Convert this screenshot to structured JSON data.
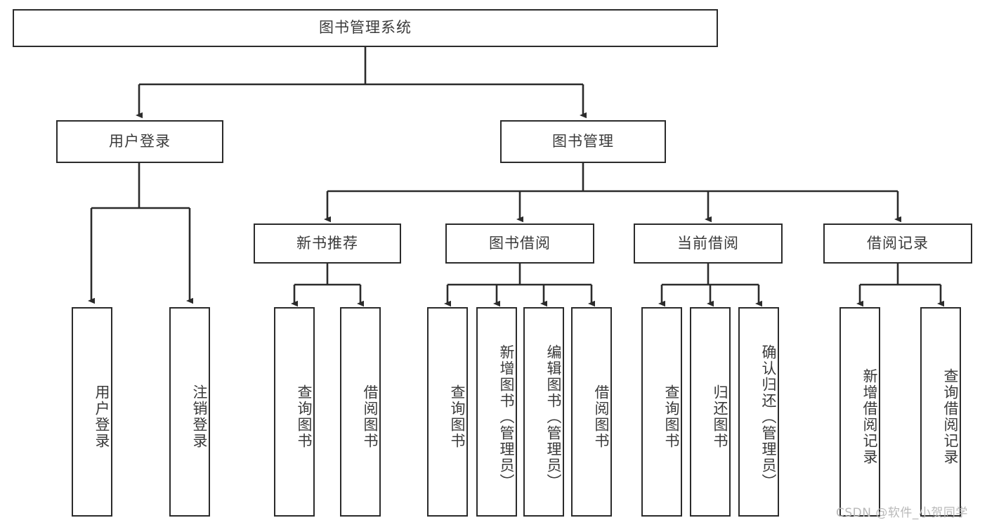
{
  "diagram": {
    "title": "图书管理系统",
    "type": "tree-hierarchy",
    "orientation": "top-down",
    "colors": {
      "box_border": "#2b2b2b",
      "box_fill": "#ffffff",
      "connector": "#2b2b2b",
      "text": "#3a3a3a",
      "background": "#ffffff",
      "watermark": "#b9b9b9"
    },
    "root": {
      "label": "图书管理系统"
    },
    "level2": [
      {
        "id": "user-login",
        "label": "用户登录"
      },
      {
        "id": "book-management",
        "label": "图书管理"
      }
    ],
    "level3": [
      {
        "id": "new-book-recommend",
        "label": "新书推荐",
        "parent": "book-management"
      },
      {
        "id": "book-borrow",
        "label": "图书借阅",
        "parent": "book-management"
      },
      {
        "id": "current-borrow",
        "label": "当前借阅",
        "parent": "book-management"
      },
      {
        "id": "borrow-record",
        "label": "借阅记录",
        "parent": "book-management"
      }
    ],
    "leaves": [
      {
        "id": "leaf-user-login",
        "label": "用户登录",
        "parent": "user-login"
      },
      {
        "id": "leaf-logout-login",
        "label": "注销登录",
        "parent": "user-login"
      },
      {
        "id": "leaf-query-book-1",
        "label": "查询图书",
        "parent": "new-book-recommend"
      },
      {
        "id": "leaf-borrow-book-1",
        "label": "借阅图书",
        "parent": "new-book-recommend"
      },
      {
        "id": "leaf-query-book-2",
        "label": "查询图书",
        "parent": "book-borrow"
      },
      {
        "id": "leaf-add-book",
        "label": "新增图书（管理员）",
        "parent": "book-borrow"
      },
      {
        "id": "leaf-edit-book",
        "label": "编辑图书（管理员）",
        "parent": "book-borrow"
      },
      {
        "id": "leaf-borrow-book-2",
        "label": "借阅图书",
        "parent": "book-borrow"
      },
      {
        "id": "leaf-query-book-3",
        "label": "查询图书",
        "parent": "current-borrow"
      },
      {
        "id": "leaf-return-book",
        "label": "归还图书",
        "parent": "current-borrow"
      },
      {
        "id": "leaf-confirm-return",
        "label": "确认归还（管理员）",
        "parent": "current-borrow"
      },
      {
        "id": "leaf-add-record",
        "label": "新增借阅记录",
        "parent": "borrow-record"
      },
      {
        "id": "leaf-query-record",
        "label": "查询借阅记录",
        "parent": "borrow-record"
      }
    ],
    "watermark": "CSDN @软件_小贺同学"
  }
}
